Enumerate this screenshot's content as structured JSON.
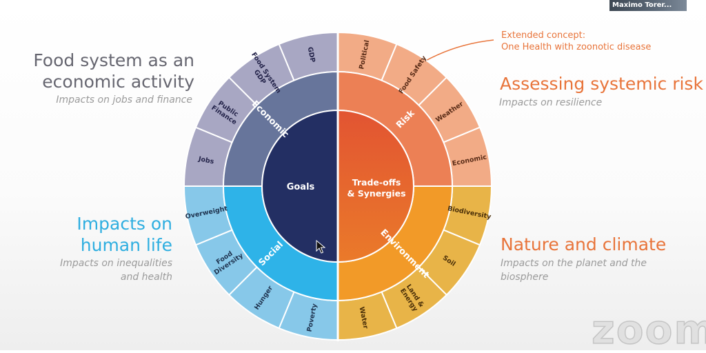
{
  "center": {
    "goals": "Goals",
    "tradeoffs_line1": "Trade-offs",
    "tradeoffs_line2": "& Synergies"
  },
  "quadrants": {
    "economic": {
      "name": "Economic",
      "heading_line1": "Food system as an",
      "heading_line2": "economic activity",
      "subtitle": "Impacts on jobs and finance",
      "segments": [
        [
          "Jobs"
        ],
        [
          "Public",
          "Finance"
        ],
        [
          "Food System",
          "GDP"
        ],
        [
          "GDP"
        ]
      ]
    },
    "risk": {
      "name": "Risk",
      "heading": "Assessing systemic risk",
      "subtitle": "Impacts on resilience",
      "segments": [
        [
          "Political"
        ],
        [
          "Food Safety"
        ],
        [
          "Weather"
        ],
        [
          "Economic"
        ]
      ]
    },
    "social": {
      "name": "Social",
      "heading_line1": "Impacts on",
      "heading_line2": "human life",
      "subtitle_line1": "Impacts on inequalities",
      "subtitle_line2": "and health",
      "segments": [
        [
          "Poverty"
        ],
        [
          "Hunger"
        ],
        [
          "Food",
          "Diversity"
        ],
        [
          "Overweight"
        ]
      ]
    },
    "environment": {
      "name": "Environment",
      "heading": "Nature and climate",
      "subtitle_line1": "Impacts on the planet and the",
      "subtitle_line2": "biosphere",
      "segments": [
        [
          "Biodiversity"
        ],
        [
          "Soil"
        ],
        [
          "Land &",
          "Energy"
        ],
        [
          "Water"
        ]
      ]
    }
  },
  "annotation": {
    "line1": "Extended concept:",
    "line2": "One Health with zoonotic disease"
  },
  "colors": {
    "economic_inner": "#232f63",
    "economic_mid": "#67759b",
    "economic_outer": "#a8a7c3",
    "risk_inner": "#e35a2e",
    "risk_mid": "#ec8055",
    "risk_outer": "#f2ab86",
    "social_inner": "#233165",
    "social_mid": "#2eb3e8",
    "social_outer": "#87c8e9",
    "env_inner": "#e35a2e",
    "env_mid": "#f29a28",
    "env_outer": "#e8b448",
    "heading_grey": "#666670",
    "heading_orange": "#e8743a",
    "heading_blue": "#2eaee0"
  },
  "overlay": {
    "participant": "Maximo Torer...",
    "watermark": "zoom",
    "cursor_icon": "pointer-arrow-icon"
  }
}
